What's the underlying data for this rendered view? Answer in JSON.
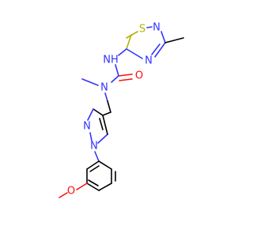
{
  "colors": {
    "carbon": "#000000",
    "nitrogen": "#3333ff",
    "oxygen": "#ff0d0d",
    "sulfur": "#b2b200"
  },
  "atoms": {
    "thiadiazole_s": "S",
    "thiadiazole_n_top": "N",
    "thiadiazole_n_right": "N",
    "urea_nh": "NH",
    "carbonyl_o": "O",
    "urea_n_methyl": "N",
    "pyrazole_n2": "N",
    "pyrazole_n1": "N",
    "methoxy_o": "O"
  }
}
